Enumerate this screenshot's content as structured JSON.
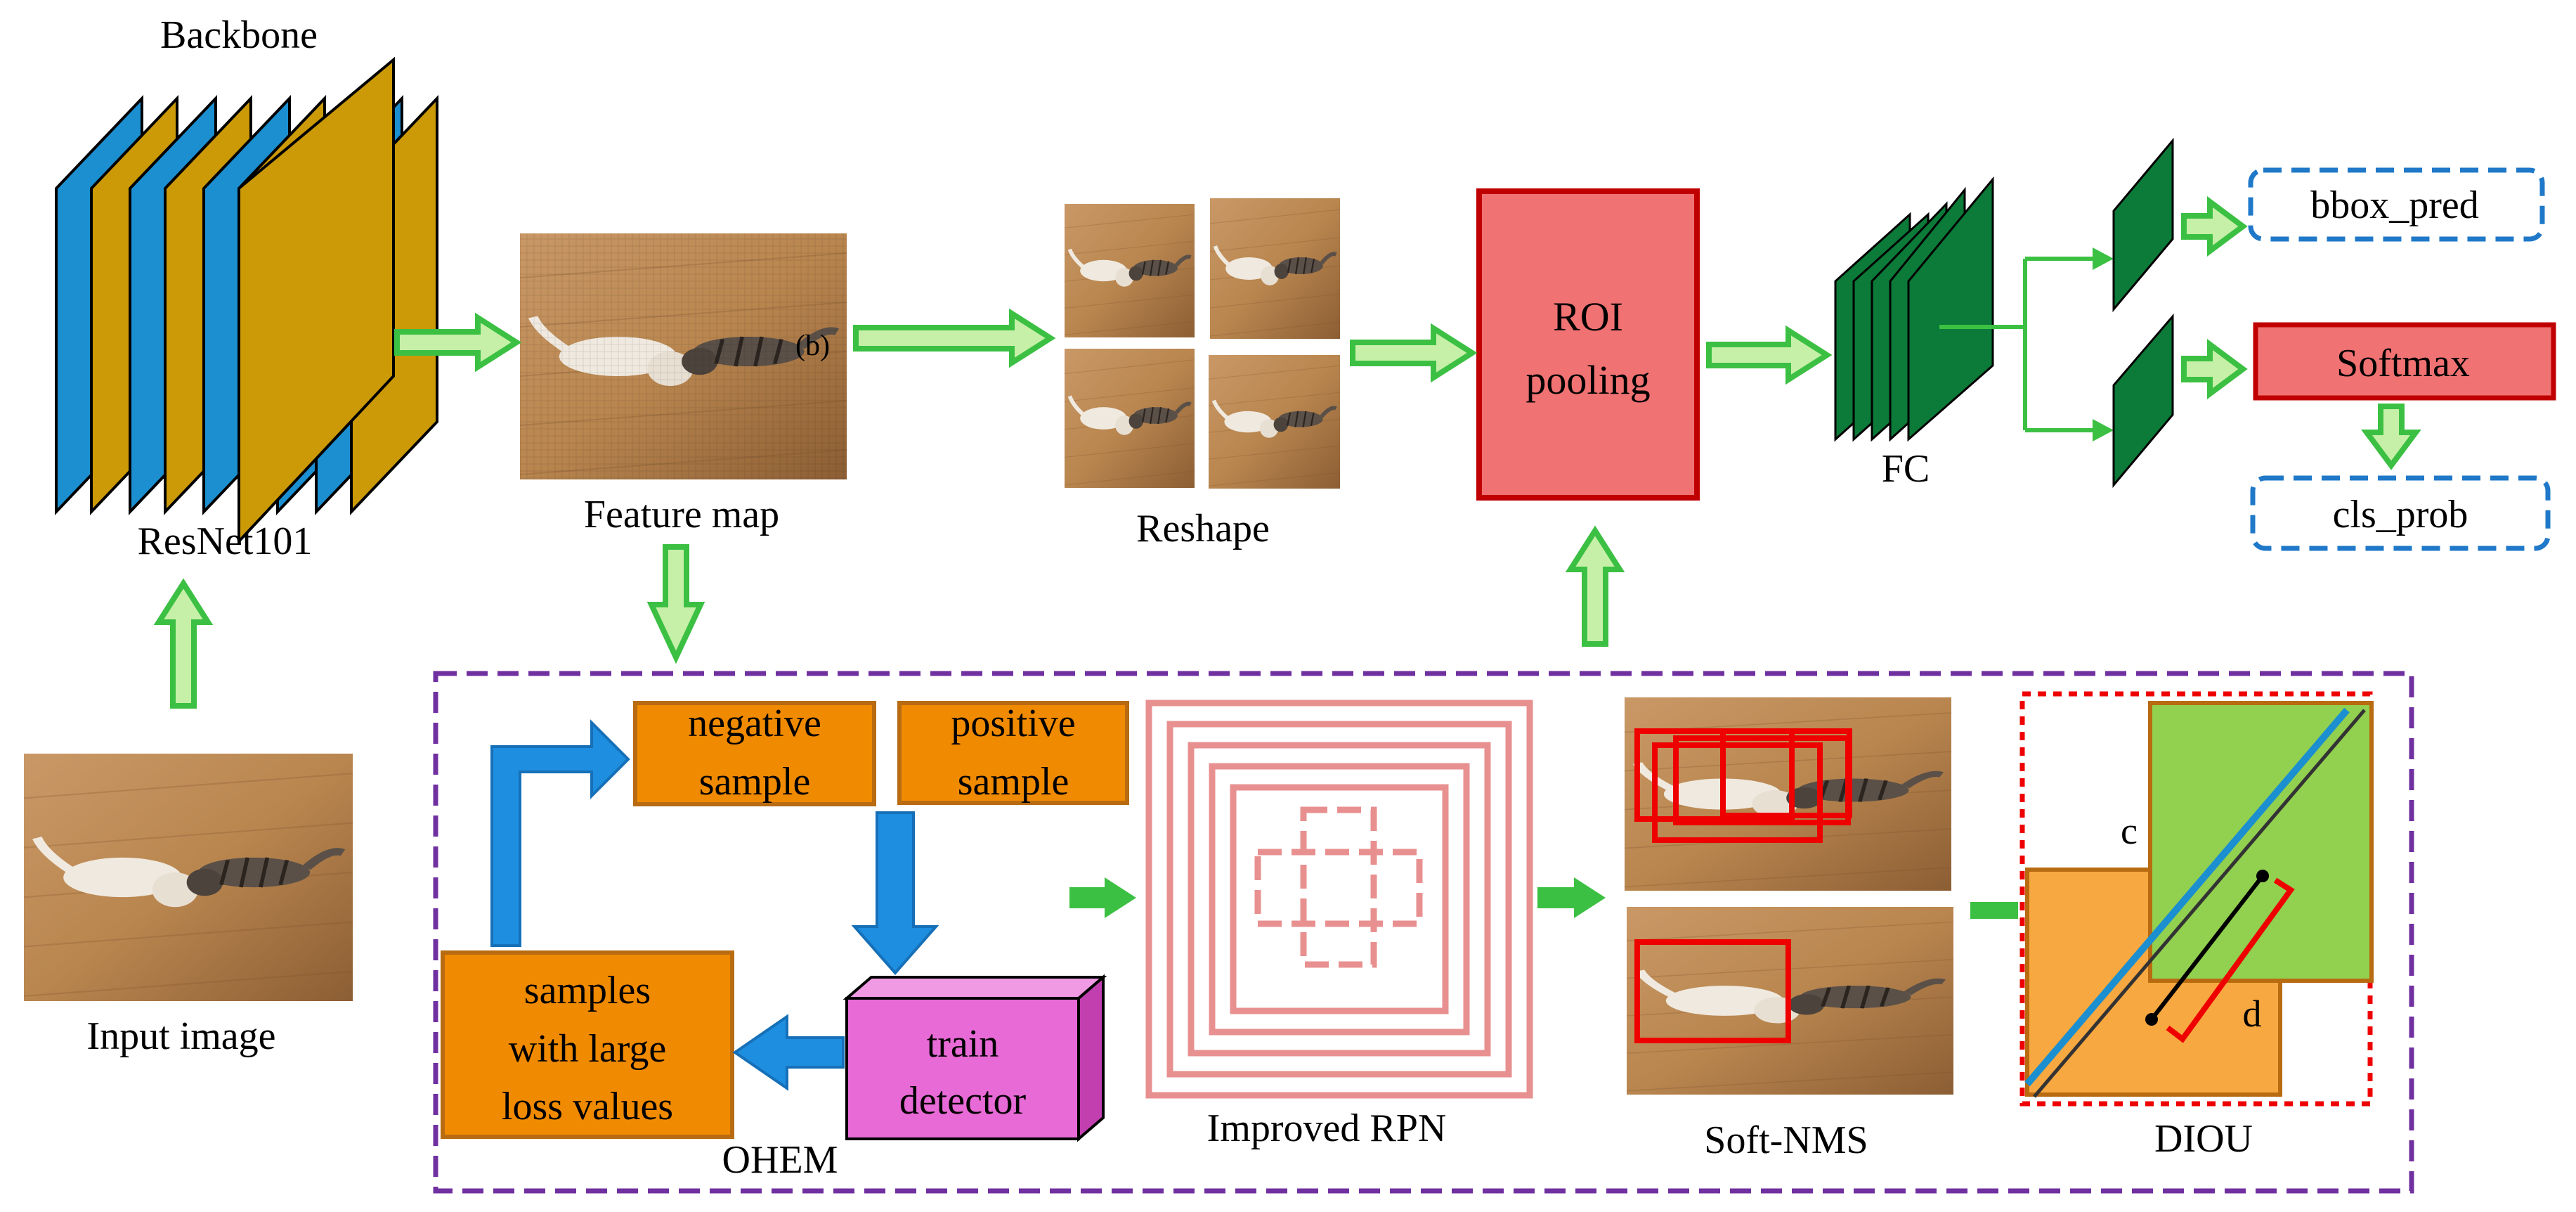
{
  "labels": {
    "backbone": "Backbone",
    "resnet": "ResNet101",
    "input_image": "Input image",
    "feature_map": "Feature map",
    "feature_map_inset": "(b)",
    "reshape": "Reshape",
    "roi_line1": "ROI",
    "roi_line2": "pooling",
    "fc": "FC",
    "bbox_pred": "bbox_pred",
    "softmax": "Softmax",
    "cls_prob": "cls_prob",
    "negative_line1": "negative",
    "negative_line2": "sample",
    "positive_line1": "positive",
    "positive_line2": "sample",
    "large_loss_line1": "samples",
    "large_loss_line2": "with large",
    "large_loss_line3": "loss values",
    "train_line1": "train",
    "train_line2": "detector",
    "ohem": "OHEM",
    "improved_rpn": "Improved RPN",
    "soft_nms": "Soft-NMS",
    "diou": "DIOU",
    "diou_c": "c",
    "diou_d": "d"
  },
  "colors": {
    "backbone_blue": "#1b8fd0",
    "backbone_gold": "#cc9a06",
    "arrow_green": "#3cc043",
    "arrow_green_light": "#c6f0a8",
    "roi_fill": "#f07272",
    "roi_border": "#c00000",
    "fc_green": "#0c7a38",
    "dashed_blue": "#1f78c8",
    "purple_dash": "#7030a0",
    "orange_box": "#f08a00",
    "orange_border": "#b86b10",
    "pink_box": "#e86ad6",
    "blue_arrow": "#1e8ee0",
    "rpn_pink": "#e89090",
    "nms_red": "#ee0000",
    "diou_green": "#92d050",
    "diou_orange": "#f7a840"
  }
}
